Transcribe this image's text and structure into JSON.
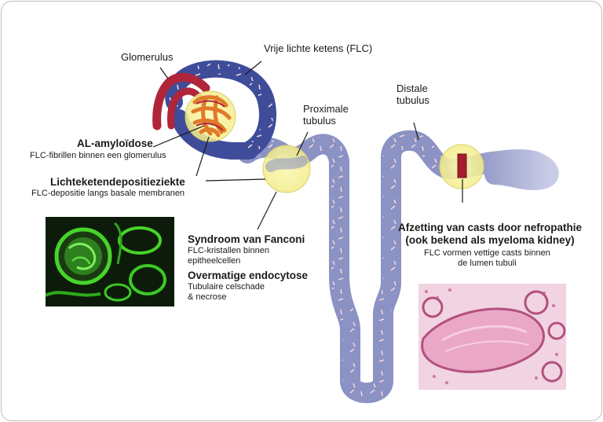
{
  "labels": {
    "glomerulus": "Glomerulus",
    "flc": "Vrije lichte ketens (FLC)",
    "proximal": "Proximale\ntubulus",
    "distal": "Distale\ntubulus",
    "al_title": "AL-amyloïdose",
    "al_sub": "FLC-fibrillen binnen een glomerulus",
    "lc_title": "Lichteketendepositieziekte",
    "lc_sub": "FLC-depositie langs basale membranen",
    "fanconi_title": "Syndroom van Fanconi",
    "fanconi_sub": "FLC-kristallen binnen\nepitheelcellen",
    "endo_title": "Overmatige endocytose",
    "endo_sub": "Tubulaire celschade\n& necrose",
    "cast_title": "Afzetting van casts door nefropathie\n(ook bekend als myeloma kidney)",
    "cast_sub": "FLC vormen vettige casts binnen\nde lumen tubuli"
  },
  "colors": {
    "tubule_blue": "#8b92c4",
    "capsule_blue": "#3e4c9a",
    "vessel_red": "#b0253a",
    "highlight_yellow": "#f6f29c",
    "fluor_green": "#3fcf2a",
    "he_pink": "#e9a9c2"
  },
  "photos": {
    "left": "immunofluorescence-micrograph",
    "right": "histology-micrograph"
  }
}
